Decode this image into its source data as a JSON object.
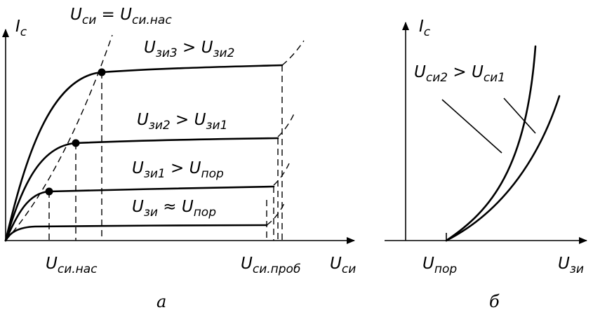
{
  "panel_a": {
    "caption": "а",
    "y_axis": {
      "main": "I",
      "sub": "с"
    },
    "x_axis": {
      "main": "U",
      "sub": "си"
    },
    "top_eq": {
      "lhs_main": "U",
      "lhs_sub": "си",
      "eq": " = ",
      "rhs_main": "U",
      "rhs_sub": "си.нас"
    },
    "x_tick_sat": {
      "main": "U",
      "sub": "си.нас"
    },
    "x_tick_break": {
      "main": "U",
      "sub": "си.проб"
    },
    "curves": [
      {
        "lhs_main": "U",
        "lhs_sub": "зи3",
        "op": " > ",
        "rhs_main": "U",
        "rhs_sub": "зи2"
      },
      {
        "lhs_main": "U",
        "lhs_sub": "зи2",
        "op": " > ",
        "rhs_main": "U",
        "rhs_sub": "зи1"
      },
      {
        "lhs_main": "U",
        "lhs_sub": "зи1",
        "op": " > ",
        "rhs_main": "U",
        "rhs_sub": "пор"
      },
      {
        "lhs_main": "U",
        "lhs_sub": "зи",
        "op": " ≈ ",
        "rhs_main": "U",
        "rhs_sub": "пор"
      }
    ]
  },
  "panel_b": {
    "caption": "б",
    "y_axis": {
      "main": "I",
      "sub": "с"
    },
    "x_axis": {
      "main": "U",
      "sub": "зи"
    },
    "x_tick": {
      "main": "U",
      "sub": "пор"
    },
    "relation": {
      "lhs_main": "U",
      "lhs_sub": "си2",
      "op": " > ",
      "rhs_main": "U",
      "rhs_sub": "си1"
    }
  }
}
